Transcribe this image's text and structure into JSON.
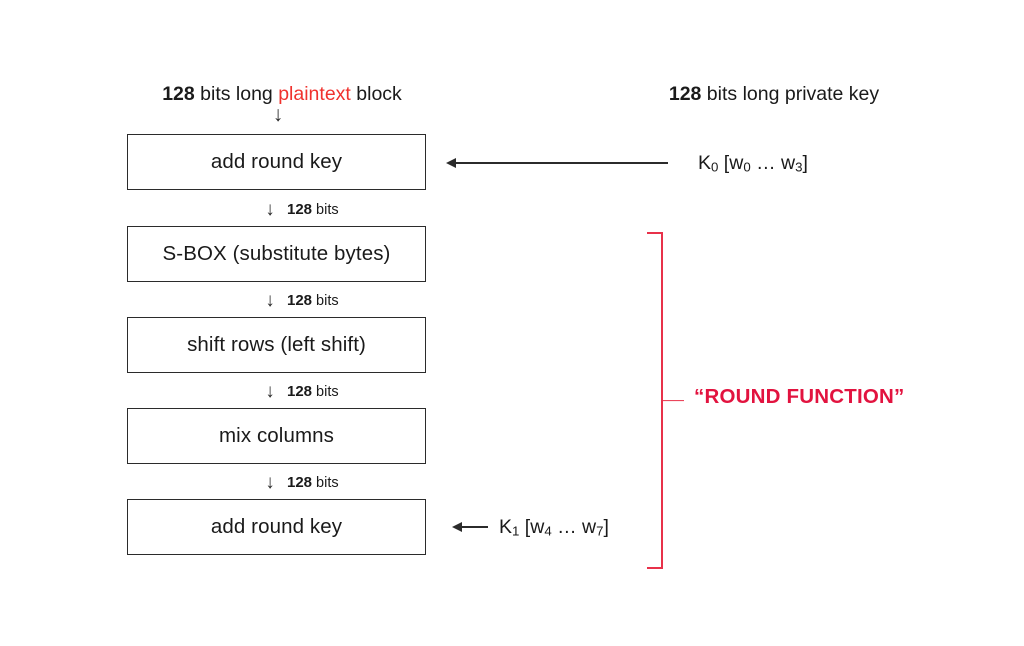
{
  "diagram": {
    "title": "AES round structure",
    "colors": {
      "accent_red": "#F0322E",
      "bracket_red": "#E8314A",
      "label_red": "#E2133F",
      "stroke": "#2b2b2b",
      "background": "#ffffff"
    },
    "headers": {
      "plaintext": {
        "bits": "128",
        "mid": " bits long ",
        "accent": "plaintext",
        "tail": " block"
      },
      "private_key": {
        "bits": "128",
        "rest": " bits long private key"
      }
    },
    "entry_arrow": "↓",
    "boxes": [
      {
        "label": "add round key"
      },
      {
        "label": "S-BOX (substitute bytes)"
      },
      {
        "label": "shift rows (left shift)"
      },
      {
        "label": "mix columns"
      },
      {
        "label": "add round key"
      }
    ],
    "flow_arrows": [
      {
        "glyph": "↓",
        "bits": "128",
        "unit": " bits"
      },
      {
        "glyph": "↓",
        "bits": "128",
        "unit": " bits"
      },
      {
        "glyph": "↓",
        "bits": "128",
        "unit": " bits"
      },
      {
        "glyph": "↓",
        "bits": "128",
        "unit": " bits"
      }
    ],
    "key_inputs": [
      {
        "key": "K",
        "key_sub": "0",
        "open": " [w",
        "w_start_sub": "0",
        "ellipsis": " … w",
        "w_end_sub": "3",
        "close": "]"
      },
      {
        "key": "K",
        "key_sub": "1",
        "open": " [w",
        "w_start_sub": "4",
        "ellipsis": " … w",
        "w_end_sub": "7",
        "close": "]"
      }
    ],
    "round_function_label": "“ROUND FUNCTION”"
  }
}
